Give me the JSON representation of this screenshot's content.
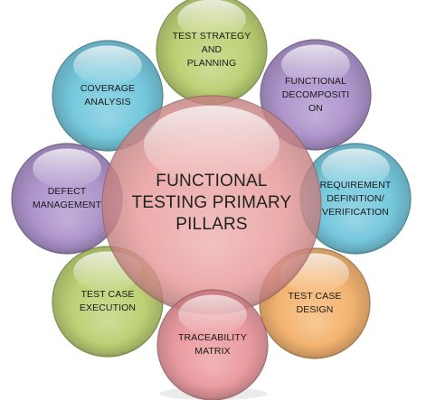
{
  "diagram": {
    "center": {
      "label": "FUNCTIONAL\nTESTING PRIMARY\nPILLARS",
      "color": "#e99a9a"
    },
    "pillars": [
      {
        "key": "test-strategy",
        "label": "TEST STRATEGY\nAND\nPLANNING",
        "color": "#b9cf6e"
      },
      {
        "key": "functional-decomposition",
        "label": "FUNCTIONAL\nDECOMPOSITI\nON",
        "color": "#a98fc9"
      },
      {
        "key": "requirement-definition",
        "label": "REQUIREMENT\nDEFINITION/\nVERIFICATION",
        "color": "#6fc6dc"
      },
      {
        "key": "test-case-design",
        "label": "TEST CASE\nDESIGN",
        "color": "#f4b16a"
      },
      {
        "key": "traceability-matrix",
        "label": "TRACEABILITY\nMATRIX",
        "color": "#e88e94"
      },
      {
        "key": "test-case-execution",
        "label": "TEST CASE\nEXECUTION",
        "color": "#b9cf6e"
      },
      {
        "key": "defect-management",
        "label": "DEFECT\nMANAGEMENT",
        "color": "#a98fc9"
      },
      {
        "key": "coverage-analysis",
        "label": "COVERAGE\nANALYSIS",
        "color": "#6fc6dc"
      }
    ]
  }
}
